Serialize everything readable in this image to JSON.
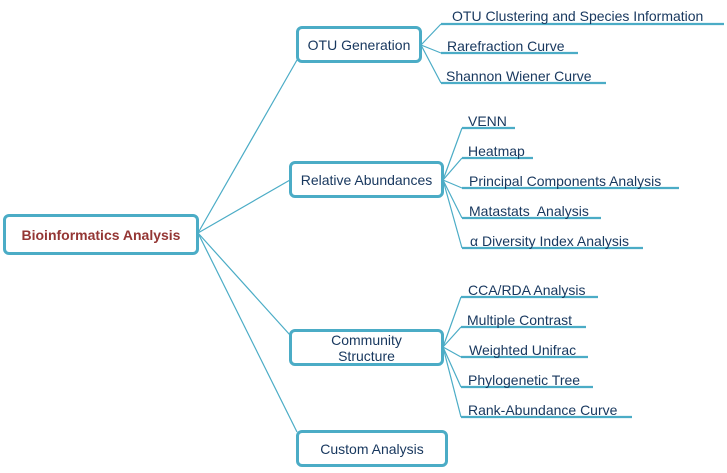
{
  "diagram": {
    "colors": {
      "line": "#4bacc6",
      "box_border": "#4bacc6",
      "leaf_underline": "#4bacc6",
      "root_text": "#943634",
      "node_text": "#17375e"
    },
    "root": {
      "label": "Bioinformatics Analysis"
    },
    "branches": [
      {
        "label": "OTU Generation",
        "leaves": [
          "OTU Clustering and Species Information",
          "Rarefraction Curve",
          "Shannon Wiener Curve"
        ]
      },
      {
        "label": "Relative Abundances",
        "leaves": [
          "VENN",
          "Heatmap",
          "Principal Components Analysis",
          "Matastats  Analysis",
          "α Diversity Index Analysis"
        ]
      },
      {
        "label": "Community Structure",
        "leaves": [
          "CCA/RDA Analysis",
          "Multiple Contrast",
          "Weighted Unifrac",
          "Phylogenetic Tree",
          "Rank-Abundance Curve"
        ]
      },
      {
        "label": "Custom Analysis",
        "leaves": []
      }
    ]
  }
}
